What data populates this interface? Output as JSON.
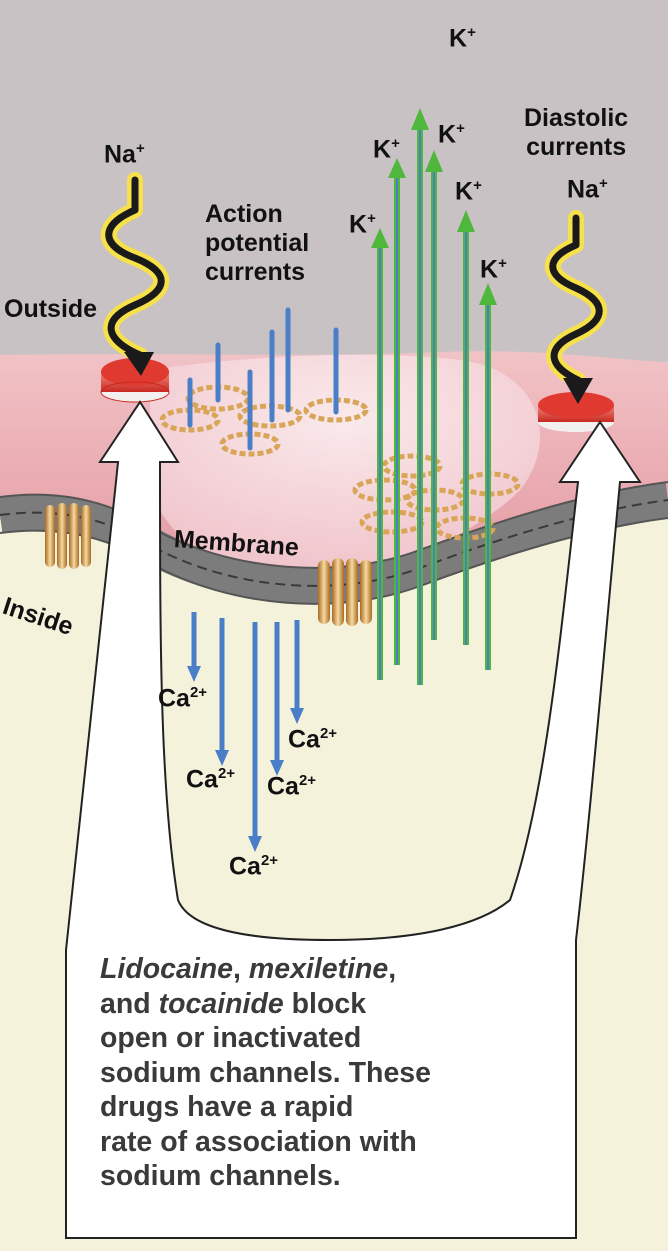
{
  "labels": {
    "na": "Na",
    "na_sup": "+",
    "k": "K",
    "k_sup": "+",
    "ca": "Ca",
    "ca_sup": "2+",
    "outside": "Outside",
    "inside": "Inside",
    "membrane": "Membrane",
    "action_line1": "Action",
    "action_line2": "potential",
    "action_line3": "currents",
    "diastolic_line1": "Diastolic",
    "diastolic_line2": "currents"
  },
  "caption": {
    "l1_drug1": "Lidocaine",
    "l1_sep": ", ",
    "l1_drug2": "mexiletine",
    "l1_end": ",",
    "l2_and": "and ",
    "l2_drug3": "tocainide",
    "l2_rest": " block",
    "l3": "open or inactivated",
    "l4": "sodium channels. These",
    "l5": "drugs have a rapid",
    "l6": "rate of association with",
    "l7": "sodium channels."
  },
  "colors": {
    "background": "#c9c2c4",
    "cytoplasm": "#f5f2dc",
    "membrane_pink": "#e8a8ae",
    "potassium_arrow": "#4fb83c",
    "calcium_arrow": "#4a7fc8",
    "sodium_channel": "#e03a30",
    "squiggle_glow": "#f6e14a",
    "channel_orange": "#d9a558"
  }
}
